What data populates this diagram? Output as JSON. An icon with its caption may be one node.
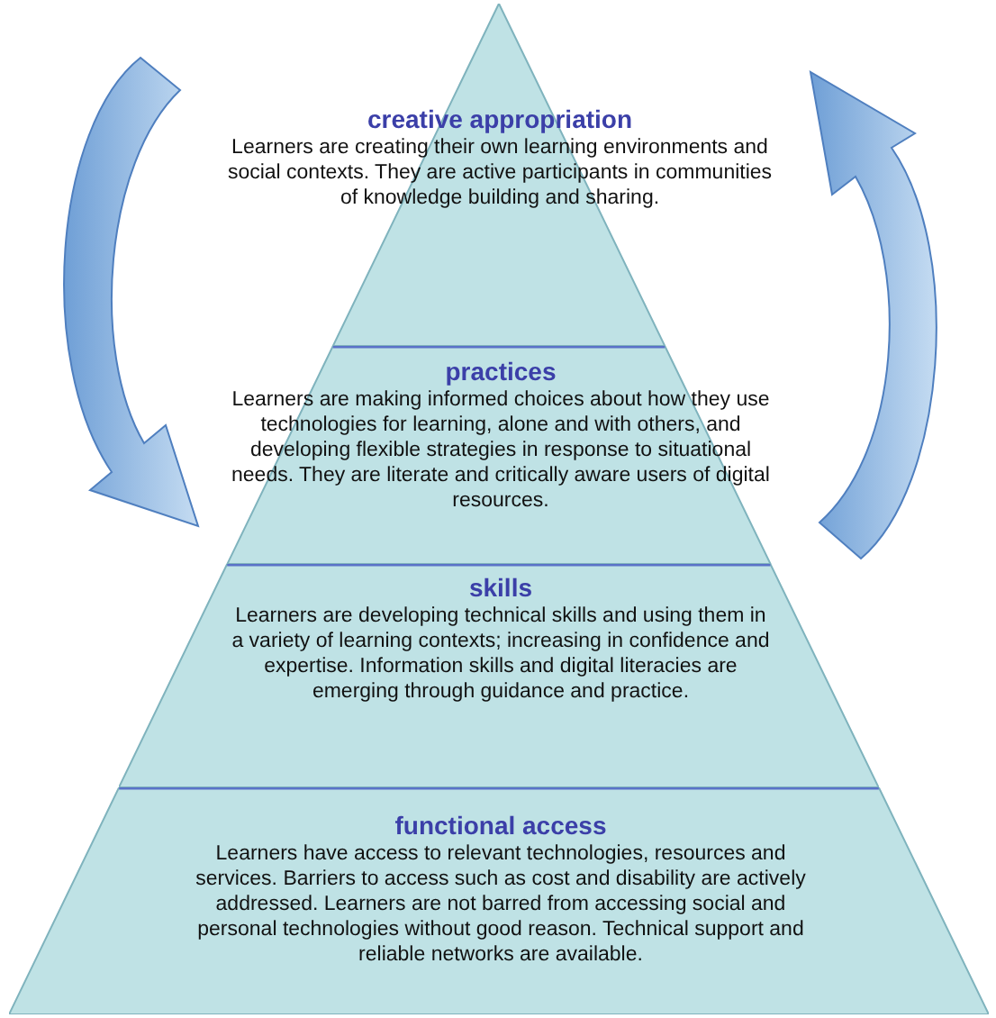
{
  "diagram": {
    "nodes": [
      {
        "text": [
          "creative appropriation",
          "Learners are creating their own learning environments and social contexts. They are active participants in communities of knowledge building and sharing."
        ]
      },
      {
        "text": [
          "practices",
          "Learners are making informed choices about how they use technologies for learning, alone and with others, and developing flexible strategies in response to situational needs. They are literate and critically aware users of digital resources."
        ]
      },
      {
        "text": [
          "skills",
          "Learners are developing technical skills and using them in a variety of learning contexts; increasing in confidence and expertise. Information skills and digital literacies are emerging through guidance and practice."
        ]
      },
      {
        "text": [
          "functional access",
          "Learners have access to relevant technologies, resources and services. Barriers to access such as cost and disability are actively addressed. Learners are not barred from accessing social and personal technologies without good reason. Technical support and reliable networks are available."
        ]
      }
    ]
  }
}
